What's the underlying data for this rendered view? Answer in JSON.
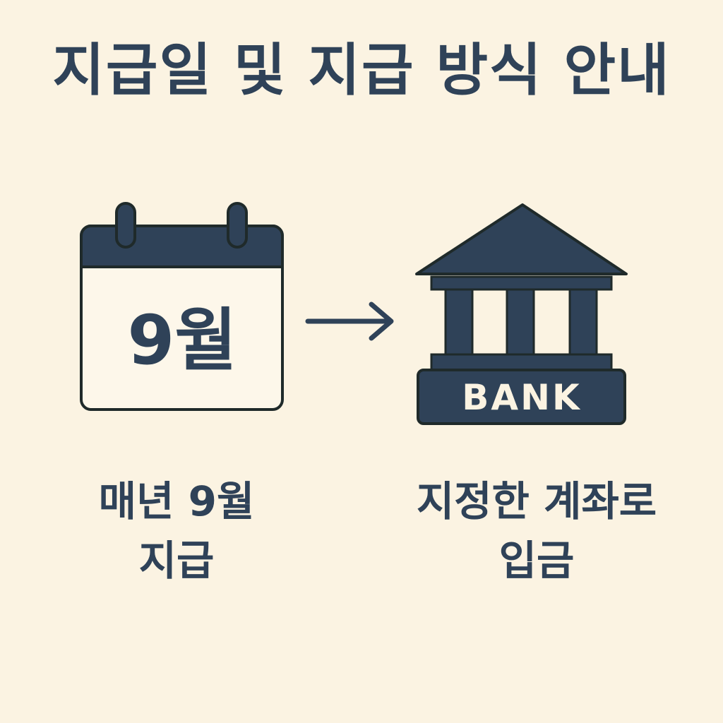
{
  "title": "지급일 및 지급 방식 안내",
  "calendar": {
    "month_label": "9월",
    "icon": "calendar-icon"
  },
  "arrow": {
    "icon": "arrow-right-icon"
  },
  "bank": {
    "label": "BANK",
    "icon": "bank-icon"
  },
  "captions": {
    "left": {
      "line1": "매년 9월",
      "line2": "지급"
    },
    "right": {
      "line1": "지정한 계좌로",
      "line2": "입금"
    }
  },
  "colors": {
    "background": "#fbf3e2",
    "primary": "#2f4258",
    "outline": "#1f2a2a",
    "calendar_fill": "#fdf7ea"
  }
}
